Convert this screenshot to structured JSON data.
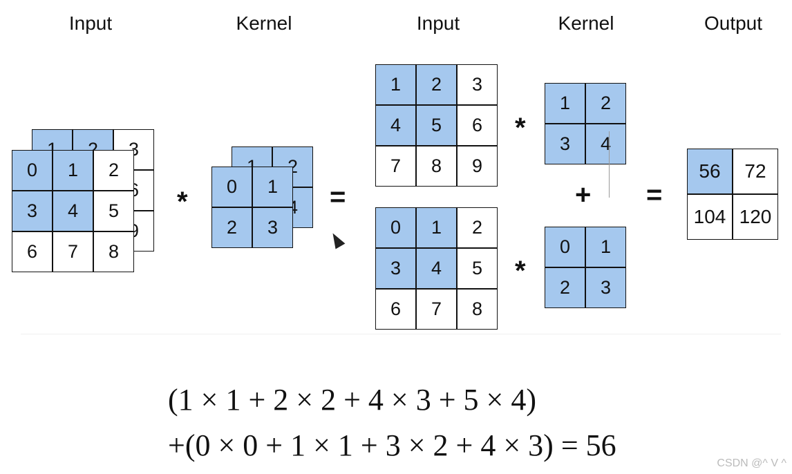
{
  "headers": {
    "input_left": "Input",
    "kernel_left": "Kernel",
    "input_right": "Input",
    "kernel_right": "Kernel",
    "output": "Output"
  },
  "input_back": [
    [
      "1",
      "2",
      "3"
    ],
    [
      "4",
      "5",
      "6"
    ],
    [
      "7",
      "8",
      "9"
    ]
  ],
  "input_front": [
    [
      "0",
      "1",
      "2"
    ],
    [
      "3",
      "4",
      "5"
    ],
    [
      "6",
      "7",
      "8"
    ]
  ],
  "kernel_back": [
    [
      "1",
      "2"
    ],
    [
      "3",
      "4"
    ]
  ],
  "kernel_front": [
    [
      "0",
      "1"
    ],
    [
      "2",
      "3"
    ]
  ],
  "output": [
    [
      "56",
      "72"
    ],
    [
      "104",
      "120"
    ]
  ],
  "operators": {
    "conv": "*",
    "equals": "=",
    "plus": "+"
  },
  "colors": {
    "highlight": "#a5c8ee",
    "line": "#111111"
  },
  "formula": {
    "line1": "(1 × 1 + 2 × 2 + 4 × 3 + 5 × 4)",
    "line2": "+(0 × 0 + 1 × 1 + 3 × 2 + 4 × 3) = 56"
  },
  "watermark": "CSDN @^ V ^"
}
